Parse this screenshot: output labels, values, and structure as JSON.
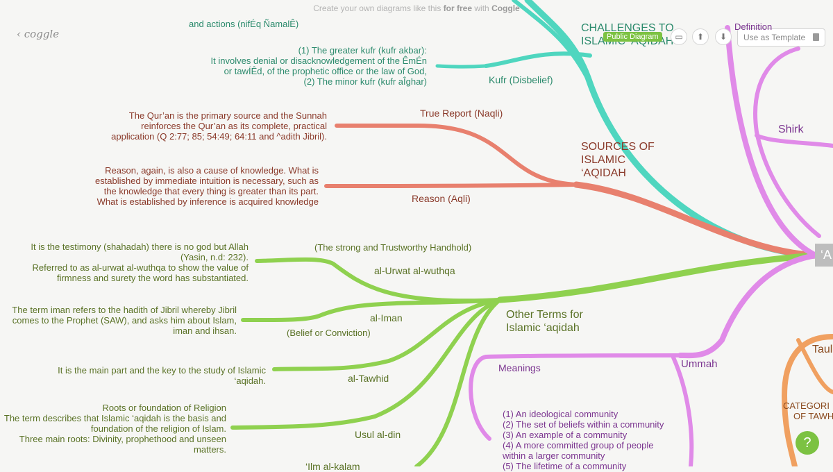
{
  "banner": {
    "prefix": "Create your own diagrams like this",
    "bold": "for free",
    "middle": "with",
    "brand": "Coggle"
  },
  "logo": "coggle",
  "toolbar": {
    "badge": "Public Diagram",
    "template_label": "Use as Template"
  },
  "help_label": "?",
  "root": {
    "label": "‘A"
  },
  "nodes": {
    "challenges": {
      "line1": "CHALLENGES TO",
      "line2": "ISLAMIC ‘AQIDAH"
    },
    "definition": "Definition",
    "shirk": "Shirk",
    "kufr": "Kufr (Disbelief)",
    "kufr_text_top": "and actions (nifÉq ÑamalÊ)",
    "kufr_text": [
      "(1) The greater kufr (kufr akbar):",
      "It involves denial or disacknowledgement of the ÊmÉn",
      "or tawÍÊd, of the prophetic office or the law of God,",
      "(2) The minor kufr (kufr aÎghar)"
    ],
    "sources": {
      "line1": "SOURCES OF",
      "line2": "ISLAMIC",
      "line3": "‘AQIDAH"
    },
    "naqli": "True Report (Naqli)",
    "naqli_text": [
      "The Qur’an is the primary source and the Sunnah",
      "reinforces the Qur’an as its complete, practical",
      "application (Q 2:77; 85; 54:49; 64:11 and ^adith Jibril)."
    ],
    "aqli": "Reason (Aqli)",
    "aqli_text": [
      "Reason, again, is also a cause of knowledge. What is",
      "established by immediate intuition is necessary, such as",
      "the knowledge that every thing is greater than its part.",
      "What is established by inference is acquired knowledge"
    ],
    "other_terms": {
      "line1": "Other Terms for",
      "line2": "Islamic ‘aqidah"
    },
    "urwat": "al-Urwat al-wuthqa",
    "handhold": "(The strong and Trustworthy Handhold)",
    "urwat_text": [
      "It is the testimony (shahadah) there is no god but Allah",
      "(Yasin, n.d: 232).",
      "Referred to as al-urwat al-wuthqa to show the value of",
      "firmness and surety the word has substantiated."
    ],
    "iman": "al-Iman",
    "belief": "(Belief or Conviction)",
    "iman_text": [
      "The term iman refers to the hadith of Jibril whereby Jibril",
      "comes to the Prophet (SAW), and asks him about Islam,",
      "iman and ihsan."
    ],
    "tawhid": "al-Tawhid",
    "tawhid_text": [
      "It is the main part and the key to the study of Islamic",
      "‘aqidah."
    ],
    "usul": "Usul al-din",
    "usul_text": [
      "Roots or foundation of Religion",
      "The term describes that Islamic ‘aqidah is the basis and",
      "foundation of the religion of Islam.",
      "Three main roots: Divinity, prophethood and unseen",
      "matters."
    ],
    "ilm_kalam": "‘Ilm al-kalam",
    "ummah": "Ummah",
    "meanings": "Meanings",
    "meanings_text": [
      "(1) An ideological community",
      "(2) The set of beliefs within a community",
      "(3) An example of a community",
      "(4) A more committed group of people",
      "within a larger community",
      "(5) The lifetime of a community"
    ],
    "tauhid_stub": "Taul",
    "categories": {
      "line1": "CATEGORI",
      "line2": "OF TAWH"
    }
  },
  "colors": {
    "green": "#8fd14f",
    "teal": "#4fd6bf",
    "red": "#e8806e",
    "purple": "#e08ae8",
    "orange": "#f0a060",
    "accent": "#7cc242"
  }
}
